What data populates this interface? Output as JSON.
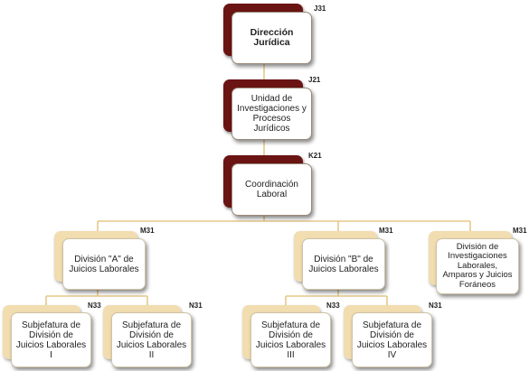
{
  "nodes": {
    "direccion": {
      "label": "Dirección Jurídica",
      "code": "J31"
    },
    "unidad": {
      "label": "Unidad de Investigaciones y Procesos Jurídicos",
      "code": "J21"
    },
    "coordinacion": {
      "label": "Coordinación Laboral",
      "code": "K21"
    },
    "division_a": {
      "label": "División \"A\" de Juicios Laborales",
      "code": "M31"
    },
    "division_b": {
      "label": "División \"B\" de Juicios Laborales",
      "code": "M31"
    },
    "division_inv": {
      "label": "División de Investigaciones Laborales, Amparos y Juicios Foráneos",
      "code": "M31"
    },
    "subjefatura_1": {
      "label": "Subjefatura de División de Juicios Laborales I",
      "code": "N33"
    },
    "subjefatura_2": {
      "label": "Subjefatura de División de Juicios Laborales II",
      "code": "N31"
    },
    "subjefatura_3": {
      "label": "Subjefatura de División de Juicios Laborales III",
      "code": "N33"
    },
    "subjefatura_4": {
      "label": "Subjefatura de División de Juicios Laborales IV",
      "code": "N31"
    }
  },
  "colors": {
    "connector": "#e6c88a",
    "dark_back": "#6b1414",
    "light_back": "#f1ddb0"
  }
}
